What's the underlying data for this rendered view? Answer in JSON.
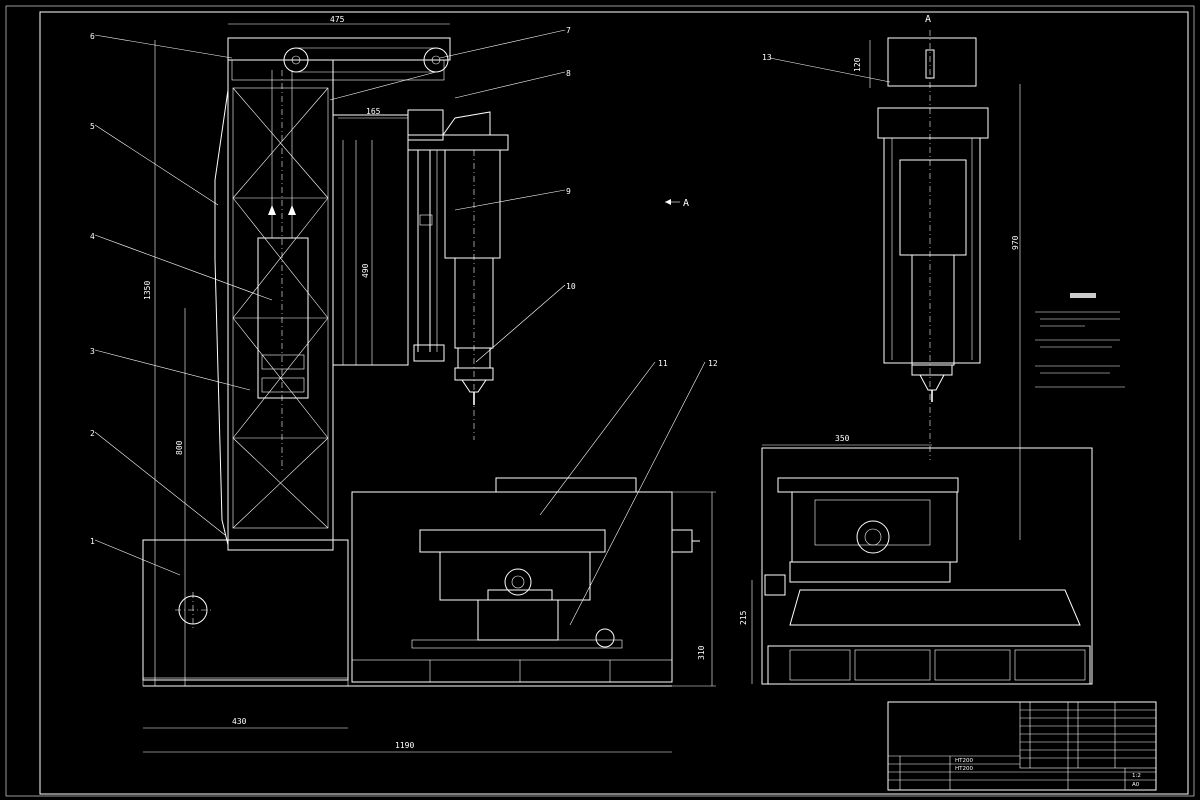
{
  "drawing": {
    "section_label_top": "A",
    "section_arrow_label": "A",
    "dim_top_width": "475",
    "dim_overall_height": "1350",
    "dim_arm_reach": "165",
    "dim_head_height": "490",
    "dim_column_base": "800",
    "dim_base_left": "430",
    "dim_total_width": "1190",
    "dim_table_height": "310",
    "dim_side_width": "350",
    "dim_side_height": "970",
    "dim_side_top": "120",
    "dim_side_table": "215"
  },
  "part_numbers": [
    "1",
    "2",
    "3",
    "4",
    "5",
    "6",
    "7",
    "8",
    "9",
    "10",
    "11",
    "12",
    "13"
  ],
  "title_block": {
    "material_1": "HT200",
    "material_2": "HT200",
    "scale": "1:2",
    "sheet": "A0"
  }
}
